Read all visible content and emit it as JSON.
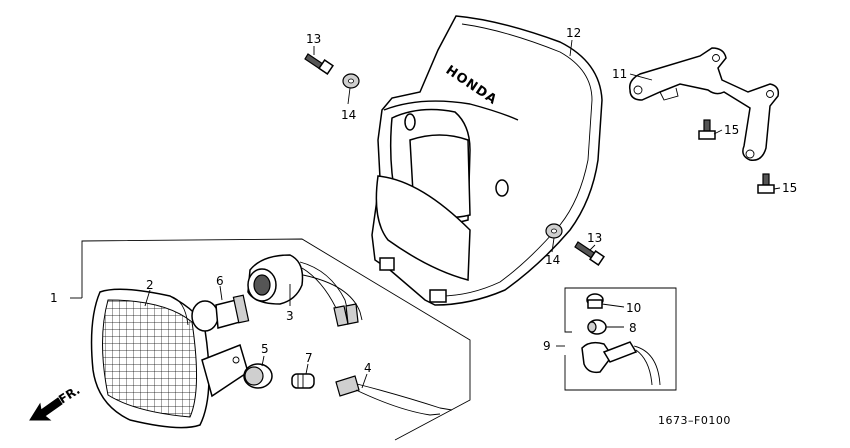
{
  "diagram": {
    "code": "1673–F0100",
    "direction_label": "FR.",
    "brand": "HONDA",
    "callouts": {
      "p1": "1",
      "p2": "2",
      "p3": "3",
      "p4": "4",
      "p5": "5",
      "p6": "6",
      "p7": "7",
      "p8": "8",
      "p9": "9",
      "p10": "10",
      "p11": "11",
      "p12": "12",
      "p13a": "13",
      "p13b": "13",
      "p14a": "14",
      "p14b": "14",
      "p15a": "15",
      "p15b": "15"
    }
  }
}
